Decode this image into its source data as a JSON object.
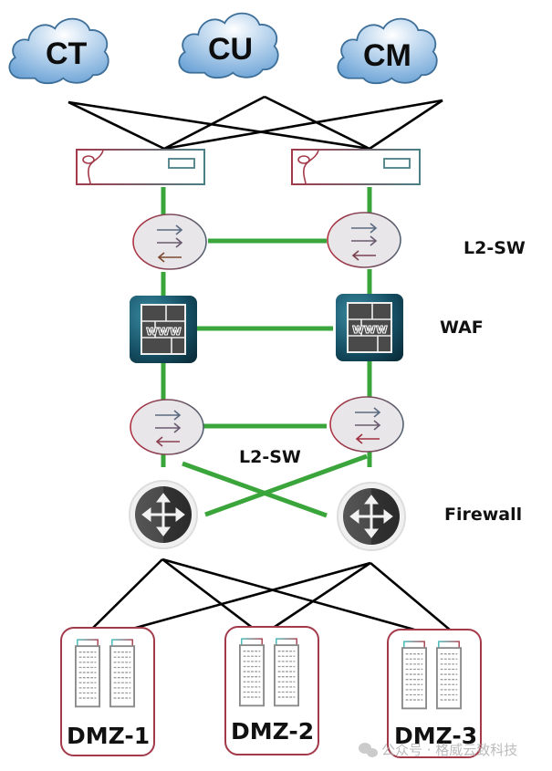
{
  "clouds": [
    {
      "id": "ct",
      "label": "CT"
    },
    {
      "id": "cu",
      "label": "CU"
    },
    {
      "id": "cm",
      "label": "CM"
    }
  ],
  "routers": [
    {
      "id": "router-left",
      "label": ""
    },
    {
      "id": "router-right",
      "label": ""
    }
  ],
  "layers": {
    "l2sw_top": "L2-SW",
    "waf": "WAF",
    "l2sw_bottom": "L2-SW",
    "firewall": "Firewall"
  },
  "waf_icon_text": "www",
  "dmz_zones": [
    {
      "id": "dmz-1",
      "label": "DMZ-1"
    },
    {
      "id": "dmz-2",
      "label": "DMZ-2"
    },
    {
      "id": "dmz-3",
      "label": "DMZ-3"
    }
  ],
  "watermark": "公众号 · 格威云致科技",
  "colors": {
    "link_green": "#3aa53a",
    "link_black": "#000000",
    "cloud_fill": "#7fb0de",
    "device_border_red": "#a33a4a",
    "device_border_teal": "#4a7f85",
    "waf_bg": "#1d5a6e",
    "firewall_bg": "#3c3c3c",
    "switch_fill": "#e8e6e8"
  }
}
